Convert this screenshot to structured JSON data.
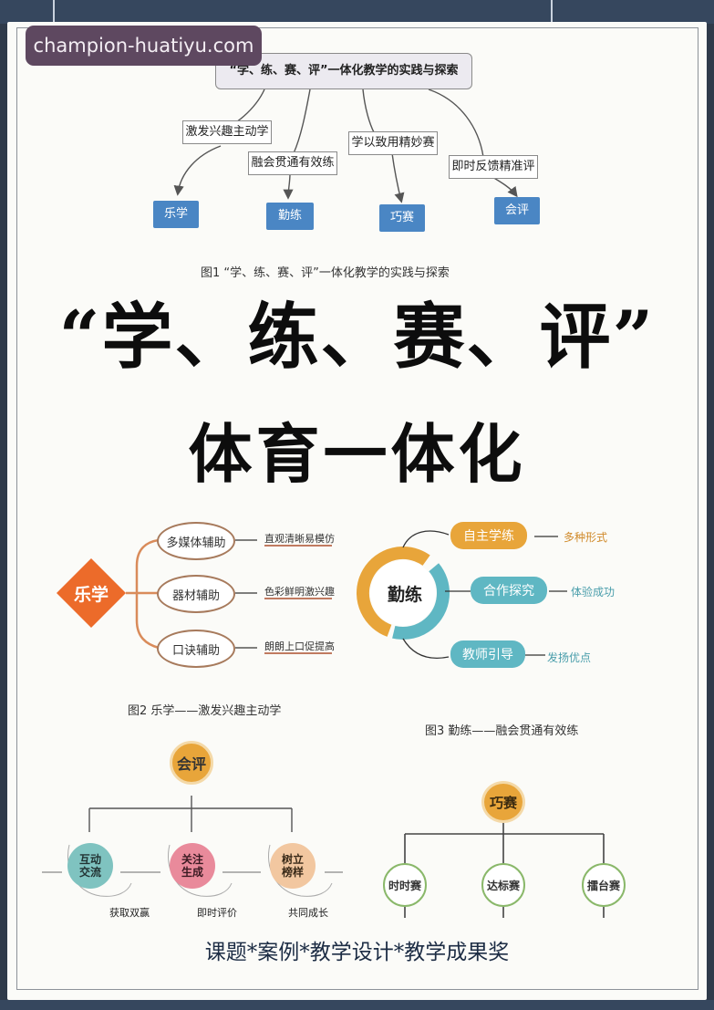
{
  "watermark": "champion-huatiyu.com",
  "fig1": {
    "top_title": "“学、练、赛、评”一体化教学的实践与探索",
    "labels": [
      "激发兴趣主动学",
      "融会贯通有效练",
      "学以致用精妙赛",
      "即时反馈精准评"
    ],
    "outcomes": [
      "乐学",
      "勤练",
      "巧赛",
      "会评"
    ],
    "caption": "图1 “学、练、赛、评”一体化教学的实践与探索"
  },
  "title": {
    "line1": "“学、练、赛、评”",
    "line2": "体育一体化"
  },
  "fig2": {
    "center": "乐学",
    "items": [
      "多媒体辅助",
      "器材辅助",
      "口诀辅助"
    ],
    "notes": [
      "直观清晰易模仿",
      "色彩鲜明激兴趣",
      "朗朗上口促提高"
    ],
    "caption": "图2 乐学——激发兴趣主动学"
  },
  "fig3": {
    "center": "勤练",
    "items": [
      "自主学练",
      "合作探究",
      "教师引导"
    ],
    "notes": [
      "多种形式",
      "体验成功",
      "发扬优点"
    ],
    "caption": "图3 勤练——融会贯通有效练"
  },
  "fig4": {
    "center": "会评",
    "items": [
      "互动交流",
      "关注生成",
      "树立榜样"
    ],
    "item_lines": [
      [
        "互动",
        "交流"
      ],
      [
        "关注",
        "生成"
      ],
      [
        "树立",
        "榜样"
      ]
    ],
    "notes": [
      "获取双赢",
      "即时评价",
      "共同成长"
    ]
  },
  "fig5": {
    "center": "巧赛",
    "items": [
      "时时赛",
      "达标赛",
      "擂台赛"
    ]
  },
  "footer": "课题*案例*教学设计*教学成果奖",
  "colors": {
    "blue": "#4a86c4",
    "orange": "#ec6b2a",
    "gold": "#e8a53a",
    "teal": "#5fb7c3",
    "pink": "#e98a9b",
    "green": "#8ab86a"
  }
}
